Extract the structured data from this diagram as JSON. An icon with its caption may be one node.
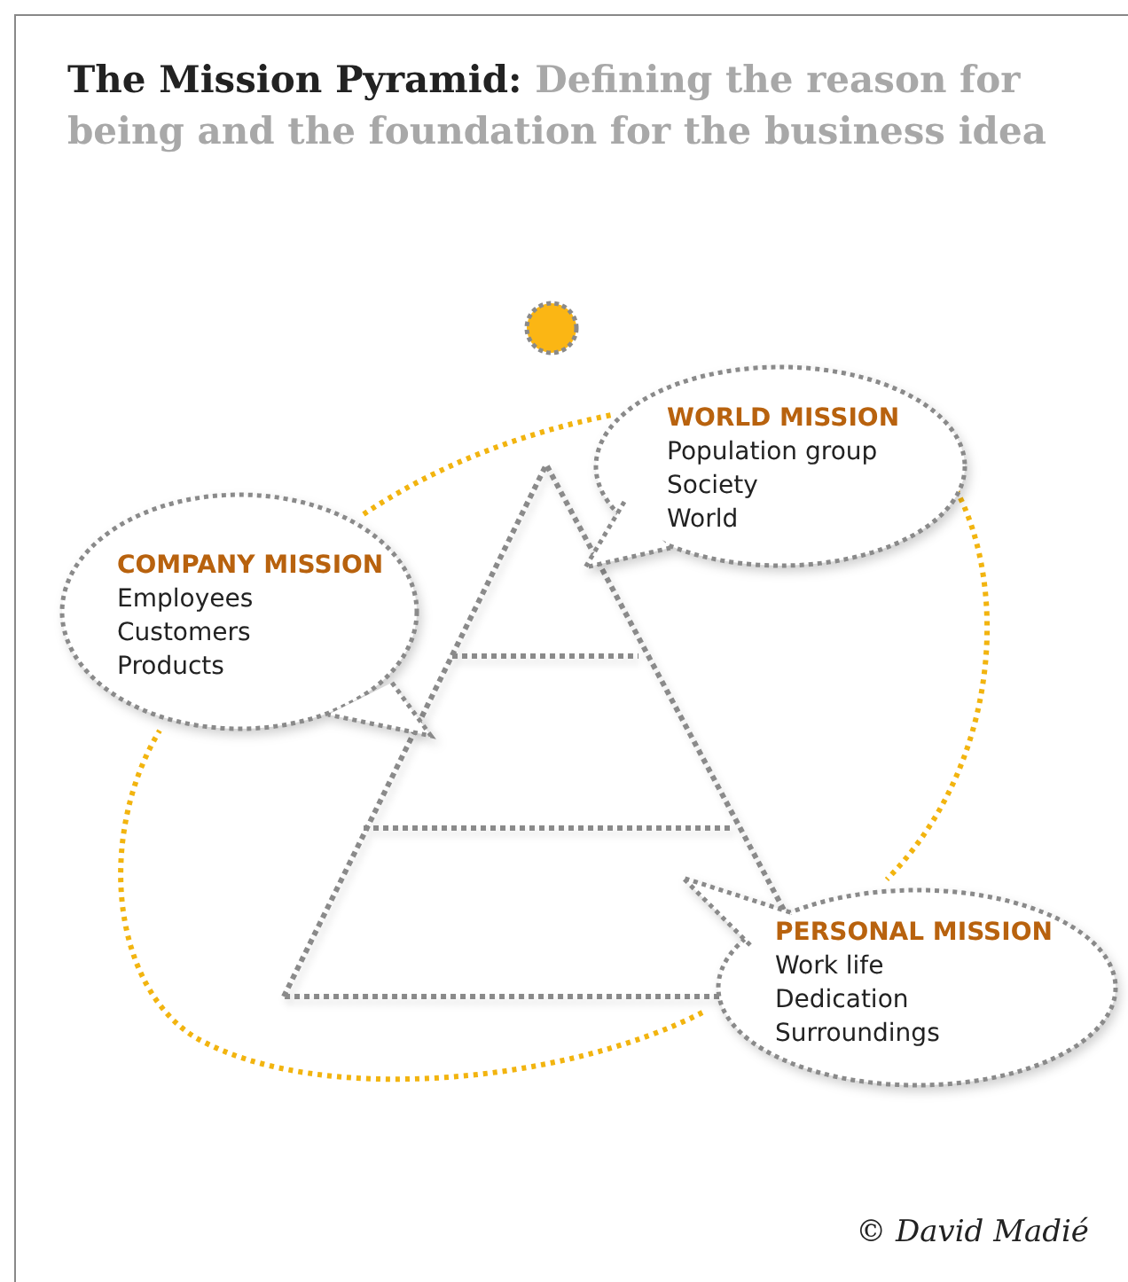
{
  "diagram": {
    "title": "The Mission Pyramid: Defining the reason for being and the foundation for the business idea",
    "nodes": [
      {
        "text": [
          "COMPANY MISSION",
          "Employees",
          "Customers",
          "Products"
        ]
      },
      {
        "text": [
          "WORLD MISSION",
          "Population group",
          "Society",
          "World"
        ]
      },
      {
        "text": [
          "PERSONAL MISSION",
          "Work life",
          "Dedication",
          "Surroundings"
        ]
      }
    ],
    "edges": [
      {
        "from": 0,
        "to": 1,
        "arrow": "none",
        "style": "dashed",
        "color": "#f2b40f"
      },
      {
        "from": 1,
        "to": 2,
        "arrow": "none",
        "style": "dashed",
        "color": "#f2b40f"
      },
      {
        "from": 2,
        "to": 0,
        "arrow": "none",
        "style": "dashed",
        "color": "#f2b40f"
      }
    ],
    "caption": "© David Madié"
  }
}
